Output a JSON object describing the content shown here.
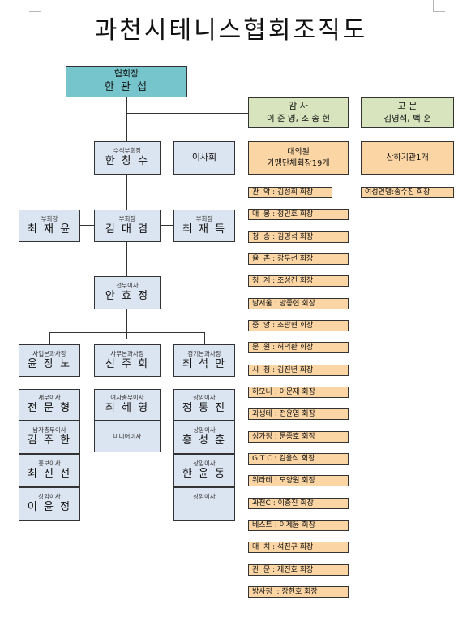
{
  "title": "과천시테니스협회조직도",
  "president": {
    "role": "협회장",
    "name": "한 관 섭"
  },
  "auditor": {
    "role": "감  사",
    "names": "이 준 영, 조 송 헌"
  },
  "advisor": {
    "role": "고 문",
    "names": "김영석,  백   훈"
  },
  "senior_vp": {
    "role": "수석부회장",
    "name": "한 창 수"
  },
  "board": {
    "label": "이사회"
  },
  "council": {
    "line1": "대의원",
    "line2": "가맹단체회장19개"
  },
  "affiliate": {
    "label": "산하기관1개"
  },
  "womens_league": {
    "label": "여성연맹:송수진 회장"
  },
  "vice_presidents": [
    {
      "role": "부회장",
      "name": "최 재 윤"
    },
    {
      "role": "부회장",
      "name": "김 대 겸"
    },
    {
      "role": "부회장",
      "name": "최 재 득"
    }
  ],
  "executive_director": {
    "role": "전무이사",
    "name": "안 효 정"
  },
  "division_heads": [
    {
      "role": "사업본과차장",
      "name": "윤 장 노"
    },
    {
      "role": "사무본과차장",
      "name": "신 주 희"
    },
    {
      "role": "경기본과차장",
      "name": "최 석 만"
    }
  ],
  "directors": {
    "col1": [
      {
        "role": "재무이사",
        "name": "전 문 형"
      },
      {
        "role": "남자총무이사",
        "name": "김 주 한"
      },
      {
        "role": "홍보이사",
        "name": "최 진 선"
      },
      {
        "role": "상임이사",
        "name": "이 윤 정"
      }
    ],
    "col2": [
      {
        "role": "여자총무이사",
        "name": "최 혜 영"
      },
      {
        "role": "미디어이사",
        "name": ""
      }
    ],
    "col3": [
      {
        "role": "상임이사",
        "name": "정 통 진"
      },
      {
        "role": "상임이사",
        "name": "홍 성 훈"
      },
      {
        "role": "상임이사",
        "name": "한 윤 동"
      },
      {
        "role": "상임이사",
        "name": ""
      }
    ]
  },
  "clubs": [
    "관  악 : 김성희 회장",
    "매  봉 : 정인호 회장",
    "청  송 : 김영석 회장",
    "율  촌 : 강두선 회장",
    "청  계 : 조성건 회장",
    "남서울 : 양종현 회장",
    "중  앙 : 조광현 회장",
    "문  원 : 허의환 회장",
    "시  청 : 김진년 회장",
    "하모니 : 이문재 회장",
    "과생테 : 전윤엽 회장",
    "성가정 : 문종호 회장",
    "G T C : 김윤석 회장",
    "위라테 : 모양원 회장",
    "과천C : 이충진 회장",
    "베스트 : 이제윤 회장",
    "매  치 : 석진구 회장",
    "관  문 : 제진호 회장",
    "방사청  : 장현호 회장"
  ]
}
